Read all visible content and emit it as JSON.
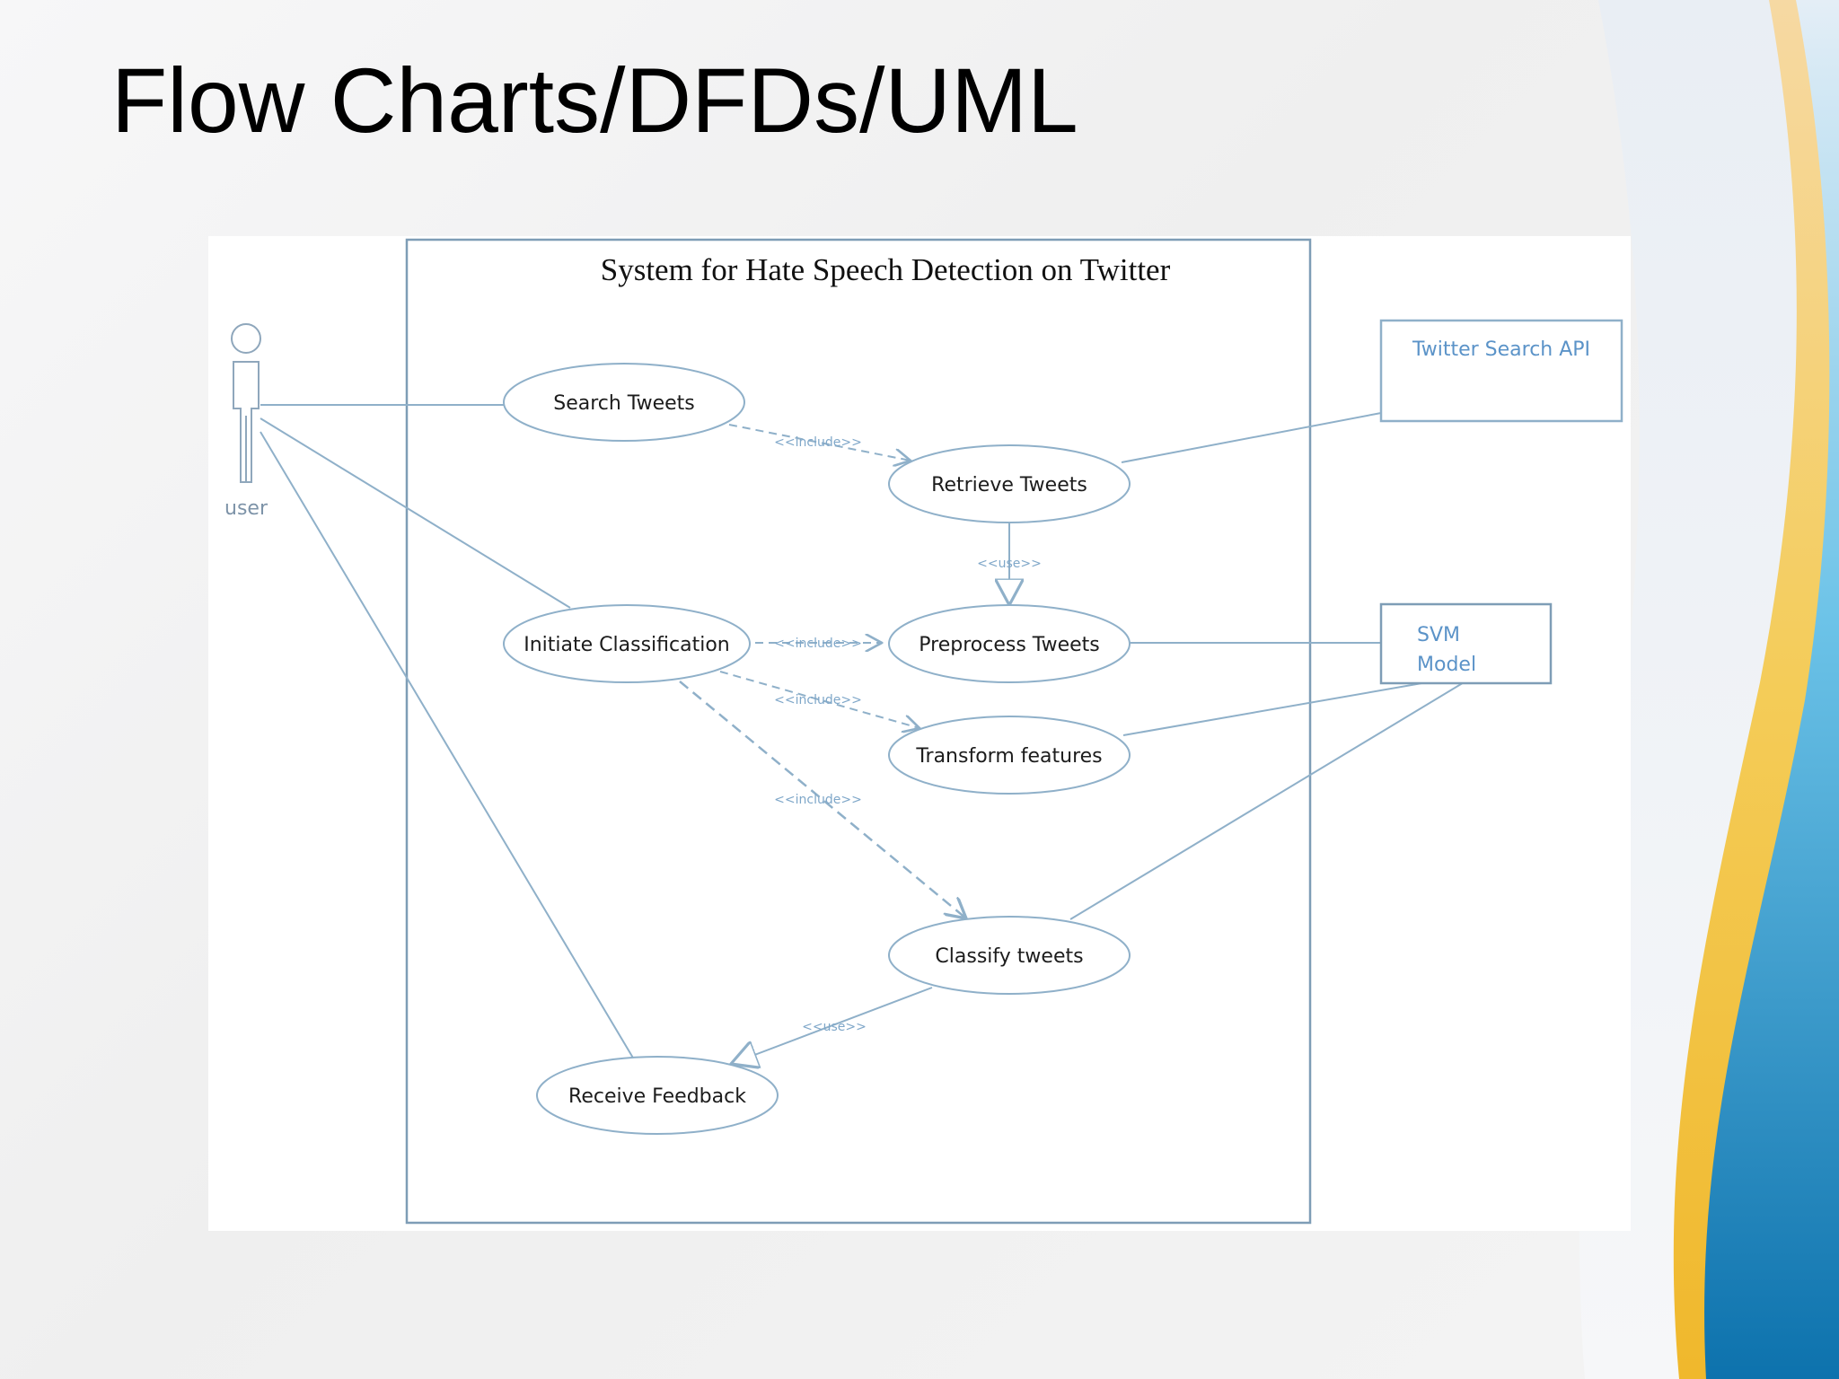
{
  "slide": {
    "title": "Flow Charts/DFDs/UML"
  },
  "diagram": {
    "system_title": "System for Hate Speech Detection on Twitter",
    "actor": {
      "label": "user"
    },
    "external_systems": {
      "twitter_api": "Twitter Search API",
      "svm_model_line1": "SVM",
      "svm_model_line2": "Model"
    },
    "use_cases": {
      "search_tweets": "Search Tweets",
      "retrieve_tweets": "Retrieve Tweets",
      "initiate_classification": "Initiate Classification",
      "preprocess_tweets": "Preprocess Tweets",
      "transform_features": "Transform features",
      "classify_tweets": "Classify tweets",
      "receive_feedback": "Receive Feedback"
    },
    "stereotypes": {
      "search_to_retrieve": "<<include>>",
      "retrieve_to_preprocess": "<<use>>",
      "initiate_to_preprocess": "<<include>>",
      "initiate_to_transform": "<<include>>",
      "initiate_to_classify": "<<include>>",
      "classify_to_feedback": "<<use>>"
    }
  },
  "colors": {
    "line": "#8fb0c9",
    "system_border": "#7e9db6",
    "accent_blue": "#1a8fc8",
    "accent_yellow": "#f3c64a"
  }
}
